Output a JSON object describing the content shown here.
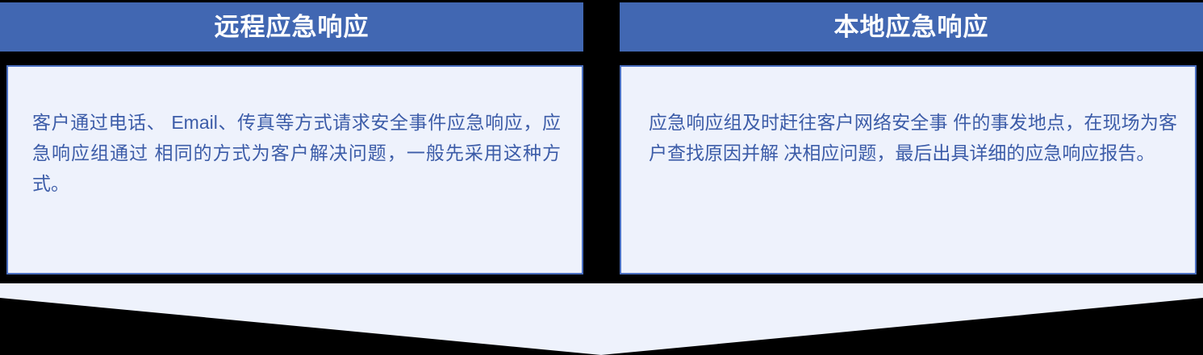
{
  "colors": {
    "header_bg": "#4167B2",
    "header_text": "#FFFFFF",
    "panel_bg": "#EEF2FC",
    "panel_border": "#4A6FC0",
    "body_text": "#3C5CA8",
    "arrow_fill": "#EEF2FC",
    "background": "#000000"
  },
  "columns": [
    {
      "header": "远程应急响应",
      "body": "客户通过电话、 Email、传真等方式请求安全事件应急响应，应急响应组通过 相同的方式为客户解决问题，一般先采用这种方式。"
    },
    {
      "header": "本地应急响应",
      "body": "应急响应组及时赶往客户网络安全事 件的事发地点，在现场为客户查找原因并解 决相应问题，最后出具详细的应急响应报告。"
    }
  ],
  "arrow": {
    "icon": "down-arrow-chevron",
    "direction": "down"
  }
}
